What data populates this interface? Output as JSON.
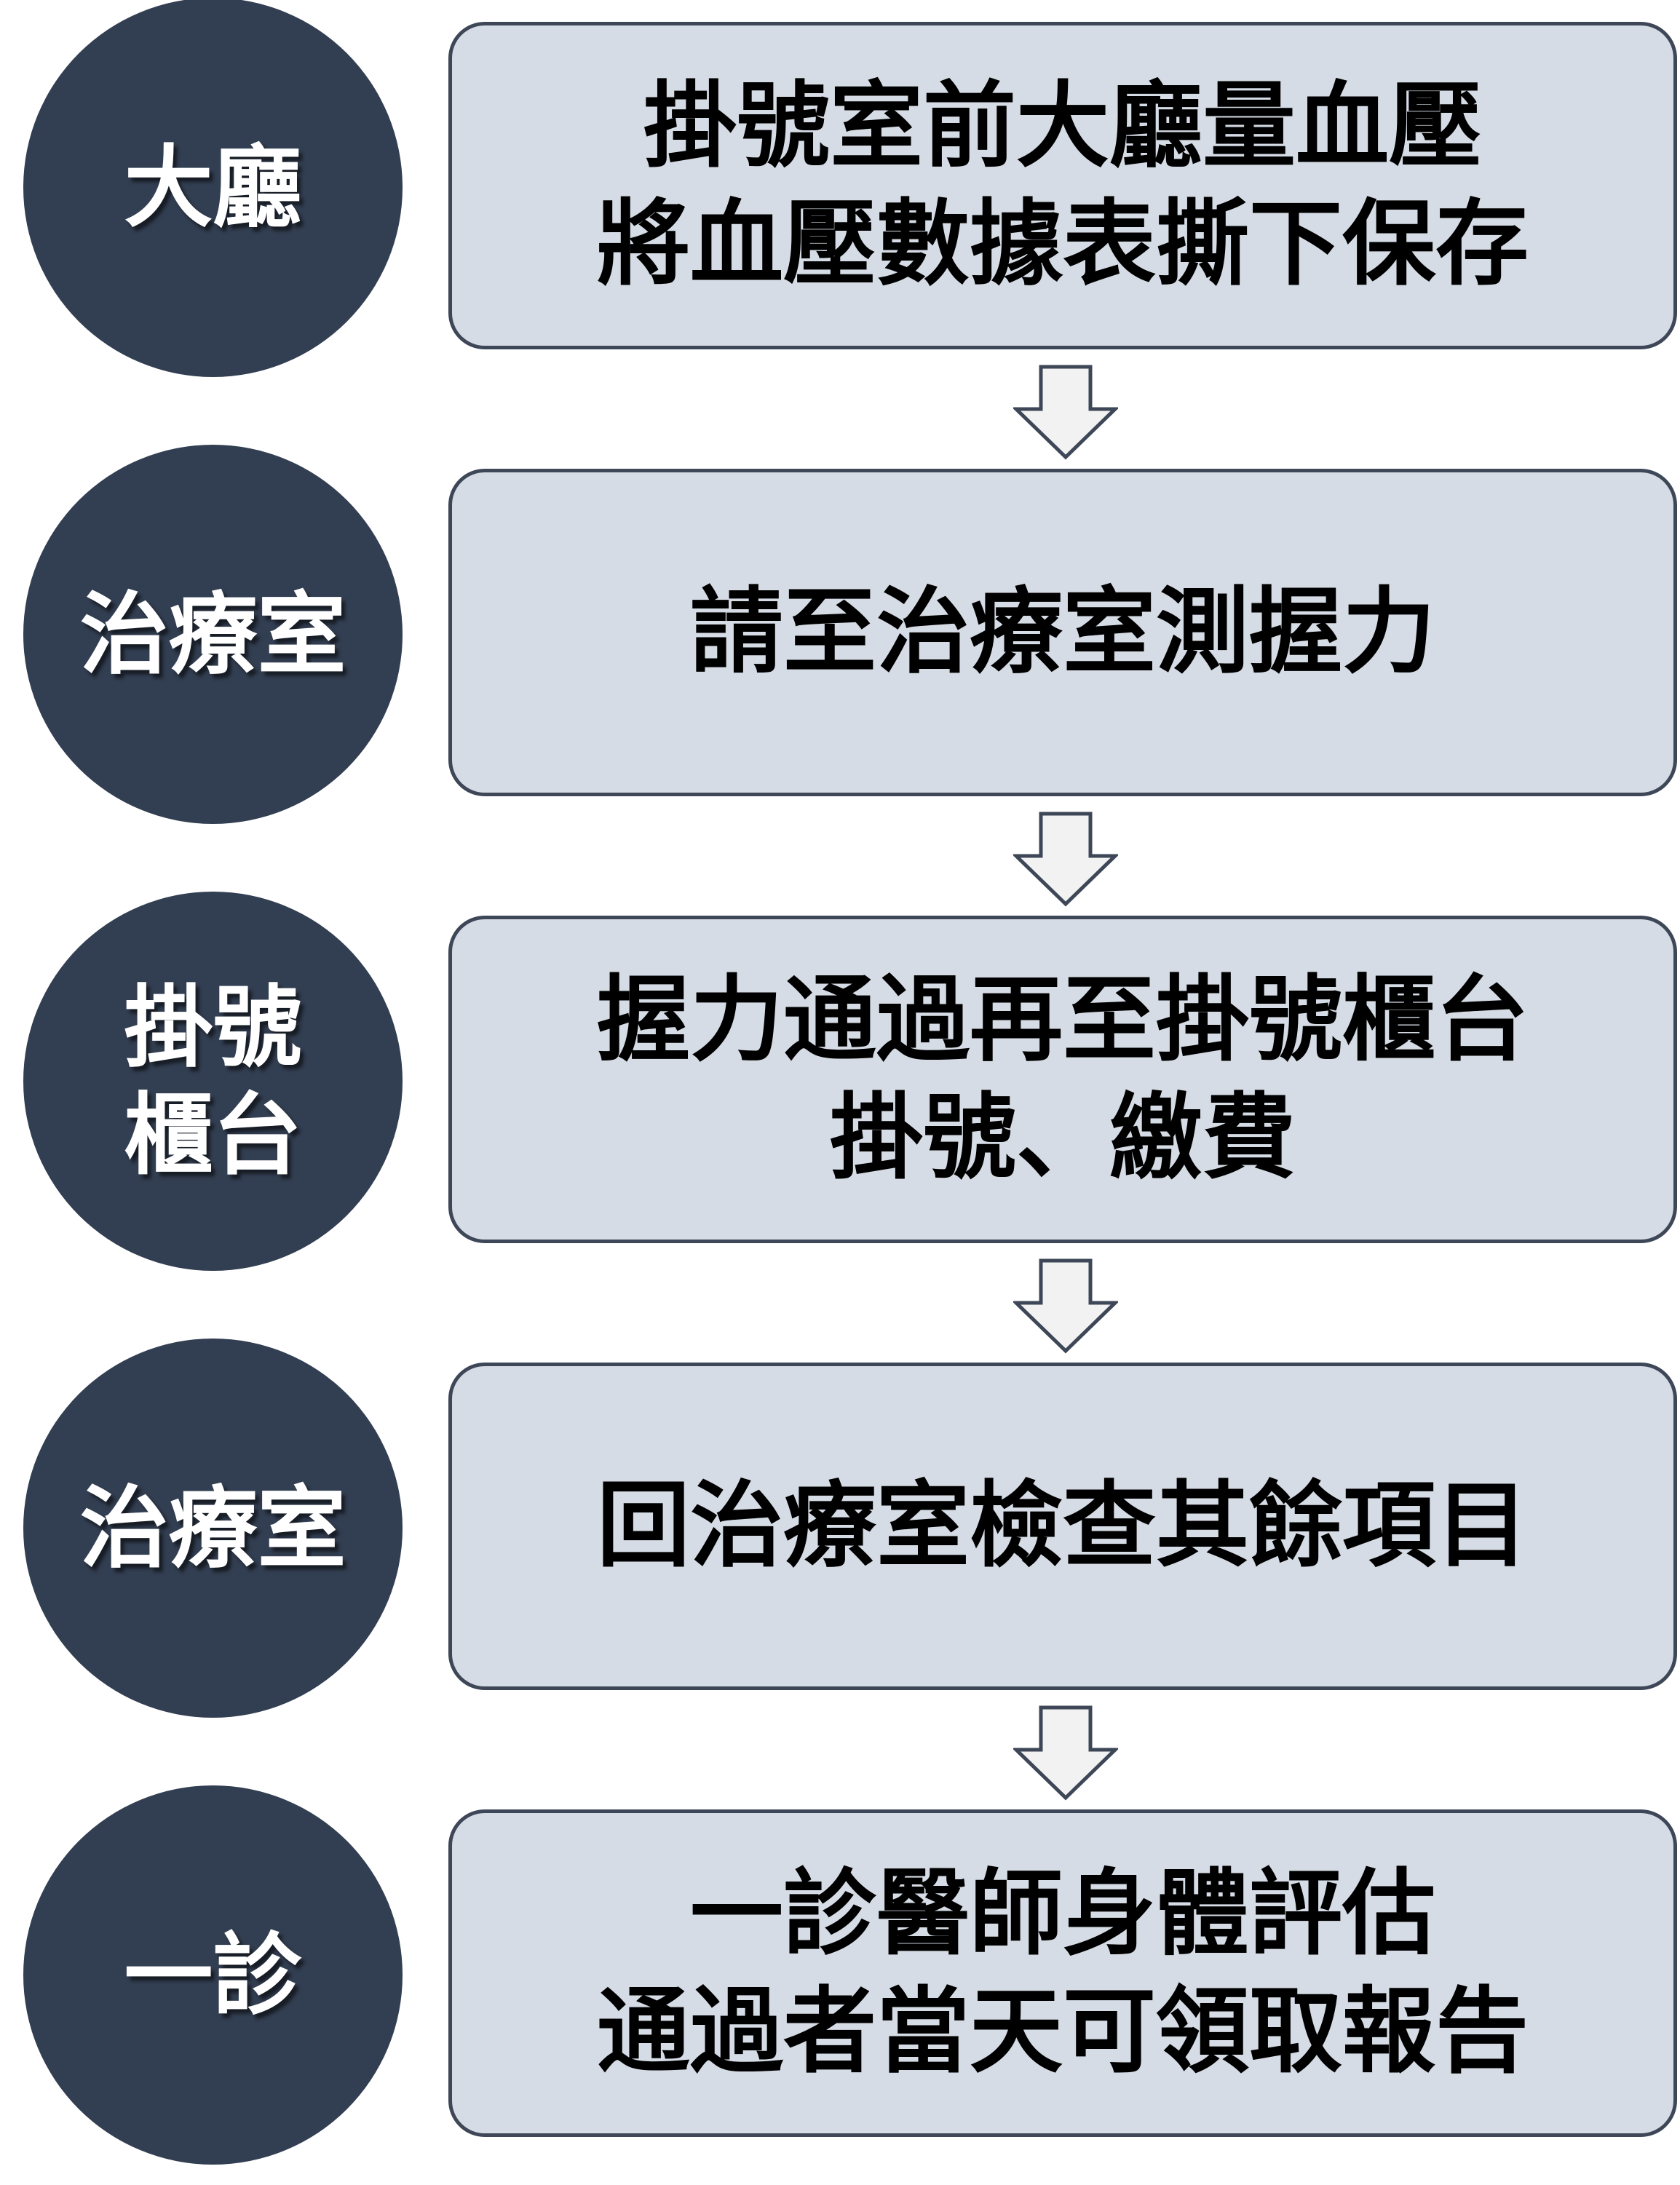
{
  "steps": [
    {
      "location": [
        "大廳"
      ],
      "description": [
        "掛號室前大廳量血壓",
        "將血壓數據表撕下保存"
      ]
    },
    {
      "location": [
        "治療室"
      ],
      "description": [
        "請至治療室測握力"
      ]
    },
    {
      "location": [
        "掛號",
        "櫃台"
      ],
      "description": [
        "握力通過再至掛號櫃台",
        "掛號、繳費"
      ]
    },
    {
      "location": [
        "治療室"
      ],
      "description": [
        "回治療室檢查其餘項目"
      ]
    },
    {
      "location": [
        "一診"
      ],
      "description": [
        "一診醫師身體評估",
        "通過者當天可領取報告"
      ]
    }
  ],
  "colors": {
    "circle": "#323e51",
    "box_fill": "#d6dce5",
    "box_border": "#3e4757",
    "arrow_fill": "#f2f2f2",
    "arrow_stroke": "#3e4757"
  }
}
